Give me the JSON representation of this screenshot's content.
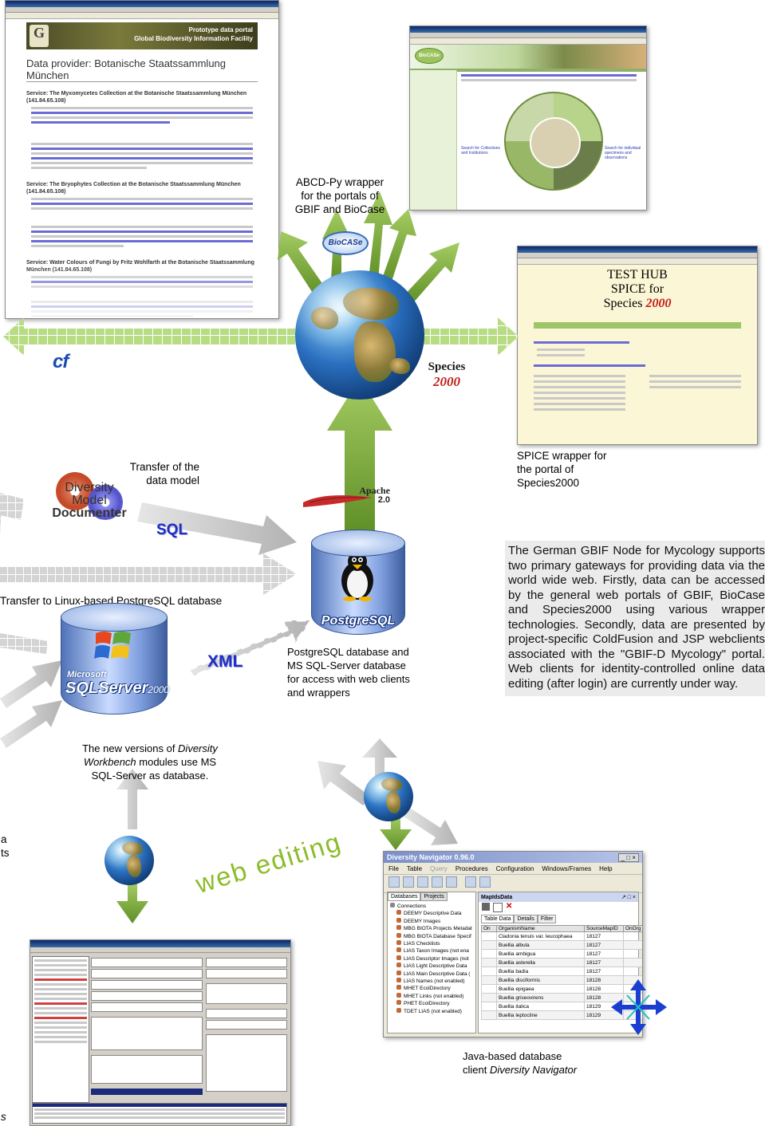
{
  "captions": {
    "abcd_wrapper": "ABCD-Py wrapper\nfor the portals of\nGBIF and BioCase",
    "spice_wrapper": "SPICE wrapper for\nthe portal of\nSpecies2000",
    "transfer_model": "Transfer of the\ndata model",
    "transfer_linux": "Transfer to Linux-based PostgreSQL database",
    "postgres_caption": "PostgreSQL database and\nMS SQL-Server database\nfor access with web clients\nand wrappers",
    "sqlserver_caption_a": "The new versions of ",
    "sqlserver_caption_em1": "Diversity",
    "sqlserver_caption_em2": "Workbench",
    "sqlserver_caption_b": " modules use MS\nSQL-Server as database.",
    "navigator_caption_a": "Java-based database\nclient ",
    "navigator_caption_em": "Diversity Navigator",
    "left_frag_1": "a",
    "left_frag_2": "ts",
    "left_frag_3": "s"
  },
  "labels": {
    "sql": "SQL",
    "xml": "XML",
    "web_editing": "web editing",
    "apache": "Apache",
    "apache_version": "2.0",
    "postgresql": "PostgreSQL",
    "sqlserver_microsoft": "Microsoft",
    "sqlserver_name": "SQLServer",
    "sqlserver_year": "2000",
    "species2000_a": "Species",
    "species2000_b": "2000",
    "biocase_badge": "BioCASe",
    "cf_logo": "cf",
    "dmd_line1": "Diversity",
    "dmd_line2": "Model",
    "dmd_line3": "Documenter"
  },
  "description_box": "The German GBIF Node for Mycology supports two primary gateways for providing data via the world wide web. Firstly, data can be accessed by the general web portals of GBIF, BioCase and Species2000 using various wrapper technologies. Secondly, data are presented by project-specific ColdFusion and JSP webclients associated with the \"GBIF-D Mycology\" portal. Web clients for identity-controlled online data editing (after login) are currently under way.",
  "screenshot_gbif": {
    "title": "Data provider: Botanische Staatssammlung München",
    "banner": "Prototype data portal\nGlobal Biodiversity Information Facility",
    "service1": "Service: The Myxomycetes Collection at the Botanische Staatssammlung München (141.84.65.108)",
    "service2": "Service: The Bryophytes Collection at the Botanische Staatssammlung München (141.84.65.108)",
    "service3": "Service: Water Colours of Fungi by Fritz Wohlfarth at the Botanische Staatssammlung München (141.84.65.108)"
  },
  "screenshot_spice": {
    "title_1": "TEST HUB",
    "title_2": "SPICE for",
    "title_3": "Species ",
    "title_4": "2000"
  },
  "screenshot_navigator": {
    "window_title": "Diversity Navigator 0.96.0",
    "menu": [
      "File",
      "Table",
      "Query",
      "Procedures",
      "Configuration",
      "Windows/Frames",
      "Help"
    ],
    "tabs": [
      "Databases",
      "Projects"
    ],
    "inner_title": "MapIdsData",
    "inner_tabs": [
      "Table Data",
      "Details",
      "Filter"
    ],
    "columns": [
      "On",
      "OrganismName",
      "SourceMapID",
      "OnOrg"
    ],
    "tree": [
      "Connections",
      "DEEMY Descriptive Data",
      "DEEMY Images",
      "MBG BIOTA Projects Metadat",
      "MBG BIOTA Database Specif",
      "LIAS Checklists",
      "LIAS Taxon Images (not ena",
      "LIAS Descriptor Images (not",
      "LIAS Light Descriptive Data",
      "LIAS Main Descriptive Data (",
      "LIAS Names (not enabled)",
      "MHET EcolDirectory",
      "MHET Links (not enabled)",
      "PHET EcolDirectory",
      "TDET LIAS (not enabled)"
    ],
    "rows": [
      [
        "Cladonia tenuis var. leucophaea",
        "18127"
      ],
      [
        "Buellia albula",
        "18127"
      ],
      [
        "Buellia ambigua",
        "18127"
      ],
      [
        "Buellia asterella",
        "18127"
      ],
      [
        "Buellia badia",
        "18127"
      ],
      [
        "Buellia disciformis",
        "18128"
      ],
      [
        "Buellia epigaea",
        "18128"
      ],
      [
        "Buellia griseovirens",
        "18128"
      ],
      [
        "Buellia italica",
        "18129"
      ],
      [
        "Buellia leptocline",
        "18129"
      ]
    ]
  },
  "colors": {
    "arrow_green": "#7aa83f",
    "arrow_grey": "#c8c8c8",
    "sql_blue": "#1f2fbf",
    "web_editing_green": "#8cbc2a",
    "box_bg": "#ebebeb"
  }
}
